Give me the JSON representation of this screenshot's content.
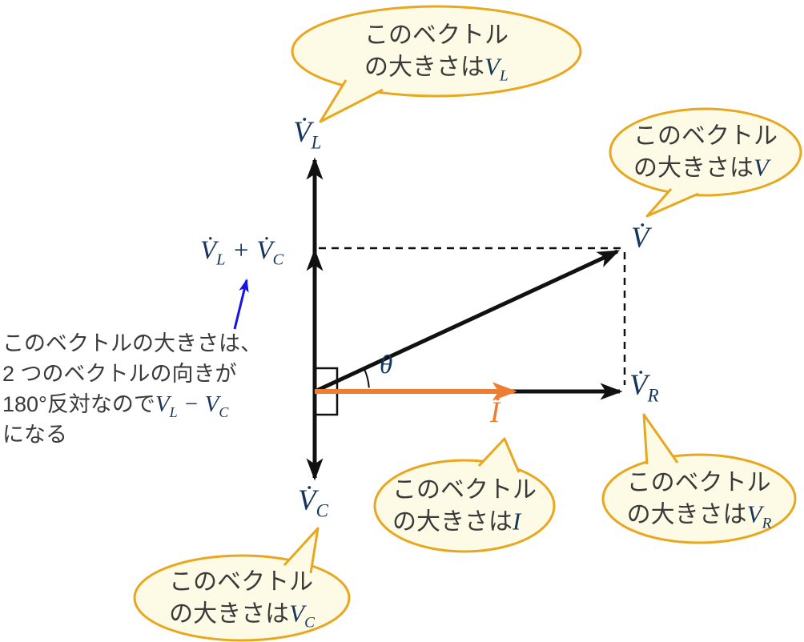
{
  "colors": {
    "bubble_fill": "#fdfbe6",
    "bubble_border": "#e8a71f",
    "math_navy": "#17365d",
    "vector_black": "#111111",
    "current_orange": "#ed7d31",
    "pointer_blue": "#1414e6",
    "text_dark": "#3a3a3a"
  },
  "labels": {
    "vl": {
      "base": "V̇",
      "sub": "L"
    },
    "vc": {
      "base": "V̇",
      "sub": "C"
    },
    "v": {
      "base": "V̇",
      "sub": ""
    },
    "vr": {
      "base": "V̇",
      "sub": "R"
    },
    "i": {
      "base": "İ",
      "sub": ""
    },
    "sum": {
      "b1": "V̇",
      "s1": "L",
      "op": " + ",
      "b2": "V̇",
      "s2": "C"
    },
    "theta": "θ"
  },
  "bubbles": {
    "vl": {
      "line1": "このベクトル",
      "line2": "の大きさは",
      "math_base": "V",
      "math_sub": "L"
    },
    "v": {
      "line1": "このベクトル",
      "line2": "の大きさは",
      "math_base": "V",
      "math_sub": ""
    },
    "i": {
      "line1": "このベクトル",
      "line2": "の大きさは",
      "math_base": "I",
      "math_sub": ""
    },
    "vr": {
      "line1": "このベクトル",
      "line2": "の大きさは",
      "math_base": "V",
      "math_sub": "R"
    },
    "vc": {
      "line1": "このベクトル",
      "line2": "の大きさは",
      "math_base": "V",
      "math_sub": "C"
    }
  },
  "note": {
    "line1": "このベクトルの大きさは、",
    "line2": "2 つのベクトルの向きが",
    "line3_prefix": "180°反対なので",
    "line3_math": {
      "b1": "V",
      "s1": "L",
      "op": " − ",
      "b2": "V",
      "s2": "C"
    },
    "line4": "になる"
  }
}
